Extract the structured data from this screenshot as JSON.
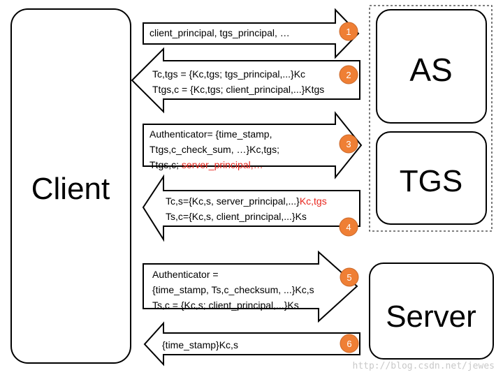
{
  "entities": {
    "client": "Client",
    "as": "AS",
    "tgs": "TGS",
    "server": "Server"
  },
  "messages": [
    {
      "step": "1",
      "lines": [
        [
          {
            "text": "client_principal, tgs_principal, …",
            "red": false
          }
        ]
      ]
    },
    {
      "step": "2",
      "lines": [
        [
          {
            "text": "Tc,tgs = {Kc,tgs; tgs_principal,...}Kc",
            "red": false
          }
        ],
        [
          {
            "text": "Ttgs,c = {Kc,tgs; client_principal,...}Ktgs",
            "red": false
          }
        ]
      ]
    },
    {
      "step": "3",
      "lines": [
        [
          {
            "text": "Authenticator= {time_stamp,",
            "red": false
          }
        ],
        [
          {
            "text": "Ttgs,c_check_sum, …}Kc,tgs;",
            "red": false
          }
        ],
        [
          {
            "text": "Ttgs,c; ",
            "red": false
          },
          {
            "text": "server_principal,…",
            "red": true
          }
        ]
      ]
    },
    {
      "step": "4",
      "lines": [
        [
          {
            "text": "Tc,s={Kc,s, server_principal,...}",
            "red": false
          },
          {
            "text": "Kc,tgs",
            "red": true
          }
        ],
        [
          {
            "text": "Ts,c={Kc,s, client_principal,...}Ks",
            "red": false
          }
        ]
      ]
    },
    {
      "step": "5",
      "lines": [
        [
          {
            "text": "Authenticator =",
            "red": false
          }
        ],
        [
          {
            "text": "{time_stamp, Ts,c_checksum, ...}Kc,s",
            "red": false
          }
        ],
        [
          {
            "text": "Ts,c = {Kc,s; client_principal,...}Ks",
            "red": false
          }
        ]
      ]
    },
    {
      "step": "6",
      "lines": [
        [
          {
            "text": "{time_stamp}Kc,s",
            "red": false
          }
        ]
      ]
    }
  ],
  "watermark": "http://blog.csdn.net/jewes",
  "colors": {
    "badge": "#ef7f35",
    "badge_stroke": "#c9682a",
    "highlight_text": "#e8261e",
    "outline": "#000000"
  }
}
